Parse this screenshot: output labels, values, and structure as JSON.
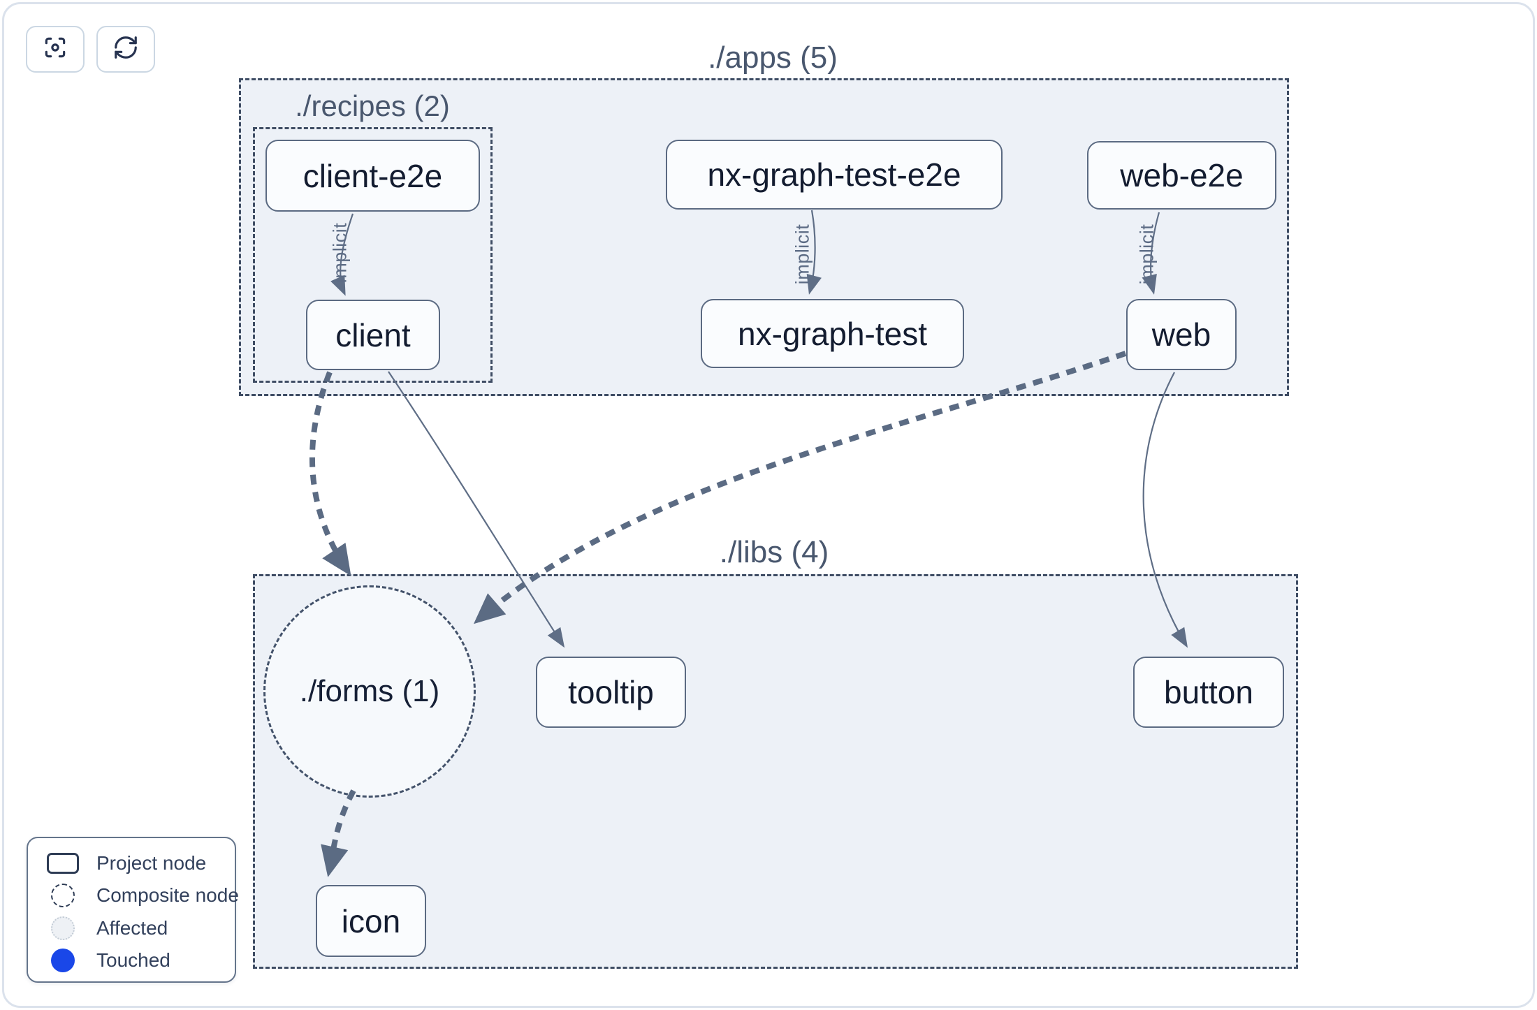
{
  "toolbar": {
    "buttons": [
      {
        "icon": "focus-icon"
      },
      {
        "icon": "refresh-icon"
      }
    ]
  },
  "graph": {
    "groups": [
      {
        "id": "apps",
        "label": "./apps (5)"
      },
      {
        "id": "recipes",
        "label": "./recipes (2)"
      },
      {
        "id": "libs",
        "label": "./libs (4)"
      }
    ],
    "composite_nodes": [
      {
        "id": "forms",
        "label": "./forms (1)"
      }
    ],
    "nodes": [
      {
        "id": "client-e2e",
        "label": "client-e2e"
      },
      {
        "id": "client",
        "label": "client"
      },
      {
        "id": "nx-graph-test-e2e",
        "label": "nx-graph-test-e2e"
      },
      {
        "id": "nx-graph-test",
        "label": "nx-graph-test"
      },
      {
        "id": "web-e2e",
        "label": "web-e2e"
      },
      {
        "id": "web",
        "label": "web"
      },
      {
        "id": "tooltip",
        "label": "tooltip"
      },
      {
        "id": "button",
        "label": "button"
      },
      {
        "id": "icon",
        "label": "icon"
      }
    ],
    "edges": [
      {
        "from": "client-e2e",
        "to": "client",
        "label": "implicit",
        "style": "thin"
      },
      {
        "from": "nx-graph-test-e2e",
        "to": "nx-graph-test",
        "label": "implicit",
        "style": "thin"
      },
      {
        "from": "web-e2e",
        "to": "web",
        "label": "implicit",
        "style": "thin"
      },
      {
        "from": "client",
        "to": "tooltip",
        "label": "",
        "style": "thin"
      },
      {
        "from": "web",
        "to": "button",
        "label": "",
        "style": "thin"
      },
      {
        "from": "client",
        "to": "forms",
        "label": "",
        "style": "thick-dashed"
      },
      {
        "from": "web",
        "to": "forms",
        "label": "",
        "style": "thick-dashed"
      },
      {
        "from": "forms",
        "to": "icon",
        "label": "",
        "style": "thick-dashed"
      }
    ]
  },
  "legend": {
    "items": [
      {
        "swatch": "project-node-swatch",
        "label": "Project node"
      },
      {
        "swatch": "composite-node-swatch",
        "label": "Composite node"
      },
      {
        "swatch": "affected-swatch",
        "label": "Affected"
      },
      {
        "swatch": "touched-swatch",
        "label": "Touched"
      }
    ]
  },
  "colors": {
    "touched_blue": "#1a47e8",
    "affected_fill": "#eef1f5",
    "group_fill": "#edf1f7",
    "edge": "#5b6a82",
    "node_border": "#5b6a82",
    "dashed_border": "#3f4d64"
  }
}
